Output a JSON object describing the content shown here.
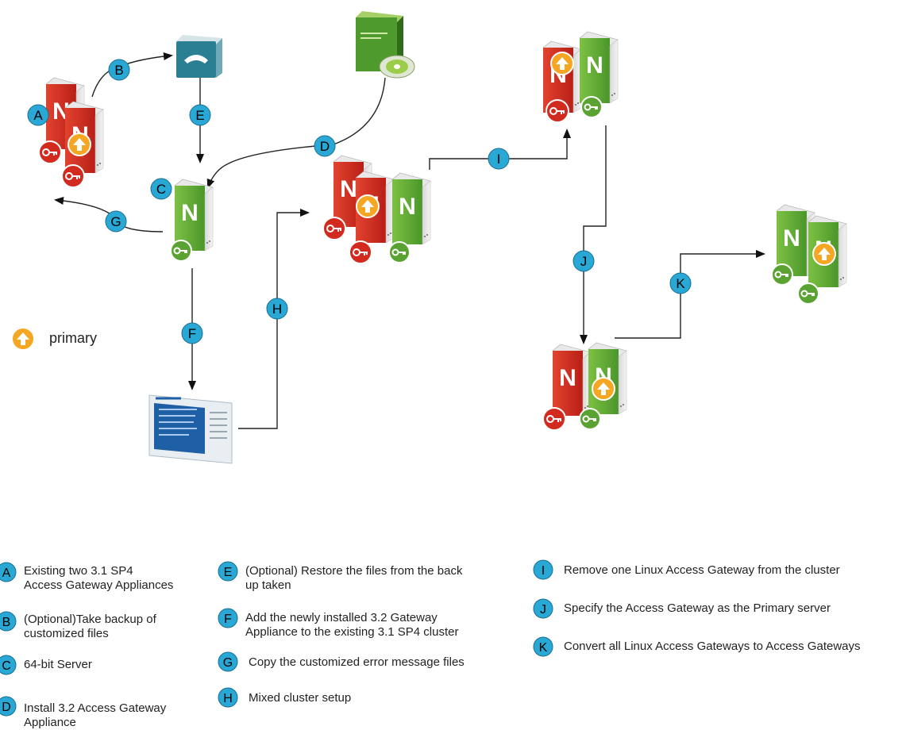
{
  "markers": {
    "A": "A",
    "B": "B",
    "C": "C",
    "D": "D",
    "E": "E",
    "F": "F",
    "G": "G",
    "H": "H",
    "I": "I",
    "J": "J",
    "K": "K"
  },
  "server_letter": "N",
  "primary_legend": {
    "label": "primary"
  },
  "legend": [
    {
      "key": "A",
      "text": "Existing two 3.1 SP4\nAccess Gateway Appliances"
    },
    {
      "key": "B",
      "text": "(Optional)Take backup of\ncustomized files"
    },
    {
      "key": "C",
      "text": "64-bit Server"
    },
    {
      "key": "D",
      "text": "Install 3.2 Access Gateway\nAppliance"
    },
    {
      "key": "E",
      "text": "(Optional) Restore the files from the back\nup taken"
    },
    {
      "key": "F",
      "text": "Add the newly installed 3.2 Gateway\nAppliance to the existing 3.1 SP4 cluster"
    },
    {
      "key": "G",
      "text": "Copy the customized error message files"
    },
    {
      "key": "H",
      "text": "Mixed cluster setup"
    },
    {
      "key": "I",
      "text": "Remove one Linux Access Gateway from the cluster"
    },
    {
      "key": "J",
      "text": "Specify the Access Gateway as the Primary server"
    },
    {
      "key": "K",
      "text": "Convert all Linux Access Gateways to Access Gateways"
    }
  ],
  "colors": {
    "marker_fill": "#29a8d6",
    "line": "#222222",
    "red_server": "#cc2a1e",
    "green_server": "#5aa332",
    "primary_badge": "#f5a623"
  },
  "icons": [
    "server-red-icon",
    "server-green-icon",
    "key-badge-icon",
    "primary-arrow-icon",
    "phone-icon",
    "install-box-icon",
    "cd-icon",
    "console-window-icon"
  ]
}
